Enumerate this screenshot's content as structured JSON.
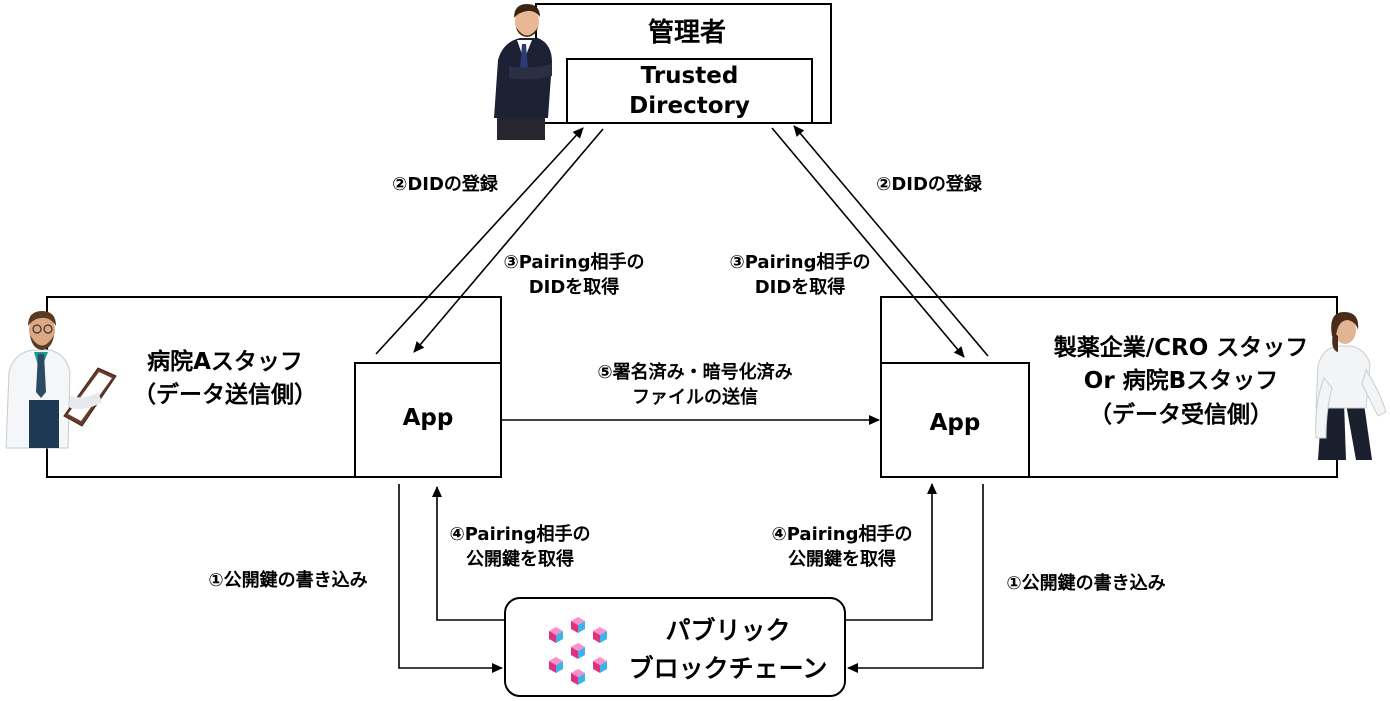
{
  "admin": {
    "title": "管理者",
    "directory_line1": "Trusted",
    "directory_line2": "Directory"
  },
  "hospital_a": {
    "line1": "病院Aスタッフ",
    "line2": "（データ送信側）",
    "app_label": "App"
  },
  "pharma": {
    "line1": "製薬企業/CRO スタッフ",
    "line2": "Or 病院Bスタッフ",
    "line3": "（データ受信側）",
    "app_label": "App"
  },
  "blockchain": {
    "line1": "パブリック",
    "line2": "ブロックチェーン"
  },
  "steps": {
    "register_did_left": "②DIDの登録",
    "register_did_right": "②DIDの登録",
    "get_did_left_1": "③Pairing相手の",
    "get_did_left_2": "DIDを取得",
    "get_did_right_1": "③Pairing相手の",
    "get_did_right_2": "DIDを取得",
    "send_file_1": "⑤署名済み・暗号化済み",
    "send_file_2": "ファイルの送信",
    "get_key_left_1": "④Pairing相手の",
    "get_key_left_2": "公開鍵を取得",
    "get_key_right_1": "④Pairing相手の",
    "get_key_right_2": "公開鍵を取得",
    "write_key_left": "①公開鍵の書き込み",
    "write_key_right": "①公開鍵の書き込み"
  },
  "icons": [
    "businessman-icon",
    "doctor-icon",
    "businesswoman-icon",
    "blockchain-cubes-icon"
  ]
}
